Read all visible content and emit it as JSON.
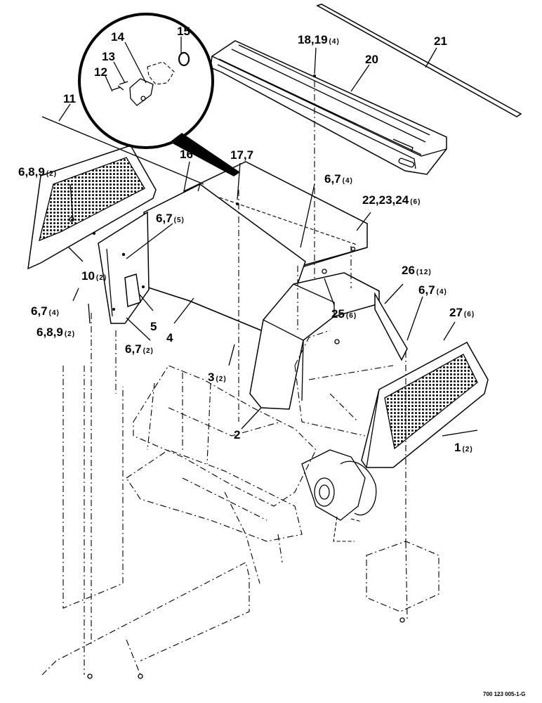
{
  "drawing_code": "700 123 005-1-G",
  "callouts": [
    {
      "id": "c1",
      "num": "1",
      "qty": "(2)"
    },
    {
      "id": "c2",
      "num": "2",
      "qty": ""
    },
    {
      "id": "c3",
      "num": "3",
      "qty": "(2)"
    },
    {
      "id": "c4",
      "num": "4",
      "qty": ""
    },
    {
      "id": "c5",
      "num": "5",
      "qty": ""
    },
    {
      "id": "c6a",
      "num": "6,7",
      "qty": "(2)"
    },
    {
      "id": "c6b",
      "num": "6,7",
      "qty": "(4)"
    },
    {
      "id": "c6c",
      "num": "6,7",
      "qty": "(5)"
    },
    {
      "id": "c6d",
      "num": "6,7",
      "qty": "(4)"
    },
    {
      "id": "c6e",
      "num": "6,7",
      "qty": "(4)"
    },
    {
      "id": "c689a",
      "num": "6,8,9",
      "qty": "(2)"
    },
    {
      "id": "c689b",
      "num": "6,8,9",
      "qty": "(2)"
    },
    {
      "id": "c10",
      "num": "10",
      "qty": "(2)"
    },
    {
      "id": "c11",
      "num": "11",
      "qty": ""
    },
    {
      "id": "c12",
      "num": "12",
      "qty": ""
    },
    {
      "id": "c13",
      "num": "13",
      "qty": ""
    },
    {
      "id": "c14",
      "num": "14",
      "qty": ""
    },
    {
      "id": "c15",
      "num": "15",
      "qty": ""
    },
    {
      "id": "c16",
      "num": "16",
      "qty": ""
    },
    {
      "id": "c17",
      "num": "17,7",
      "qty": ""
    },
    {
      "id": "c18",
      "num": "18,19",
      "qty": "(4)"
    },
    {
      "id": "c20",
      "num": "20",
      "qty": ""
    },
    {
      "id": "c21",
      "num": "21",
      "qty": ""
    },
    {
      "id": "c22",
      "num": "22,23,24",
      "qty": "(6)"
    },
    {
      "id": "c25",
      "num": "25",
      "qty": "(6)"
    },
    {
      "id": "c26",
      "num": "26",
      "qty": "(12)"
    },
    {
      "id": "c27",
      "num": "27",
      "qty": "(6)"
    }
  ]
}
